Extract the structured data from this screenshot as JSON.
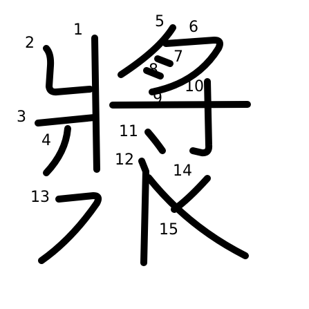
{
  "character": "漿",
  "colors": {
    "ink": "#000000",
    "background": "#ffffff"
  },
  "stroke_numbers": [
    "1",
    "2",
    "3",
    "4",
    "5",
    "6",
    "7",
    "8",
    "9",
    "10",
    "11",
    "12",
    "13",
    "14",
    "15"
  ]
}
